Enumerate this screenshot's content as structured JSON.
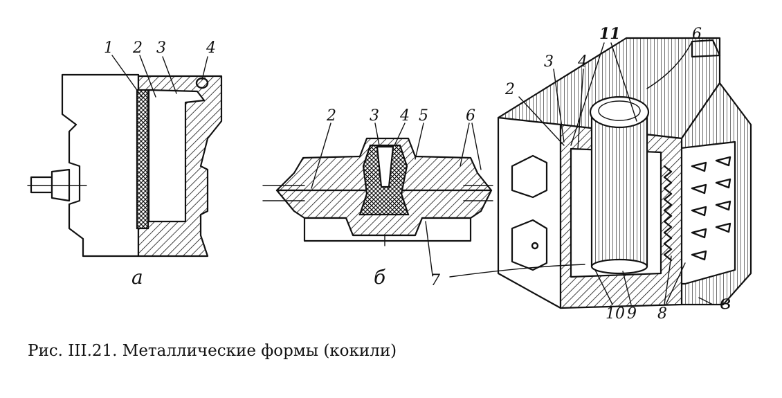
{
  "caption": "Рис. III.21. Металлические формы (кокили)",
  "views": {
    "a": {
      "letter": "а",
      "callouts": [
        "1",
        "2",
        "3",
        "4"
      ]
    },
    "b": {
      "letter": "б",
      "callouts": [
        "2",
        "3",
        "4",
        "5",
        "6",
        "7"
      ]
    },
    "c": {
      "letter": "в",
      "callouts": [
        "2",
        "3",
        "4",
        "11",
        "6",
        "10",
        "9",
        "8"
      ]
    }
  }
}
